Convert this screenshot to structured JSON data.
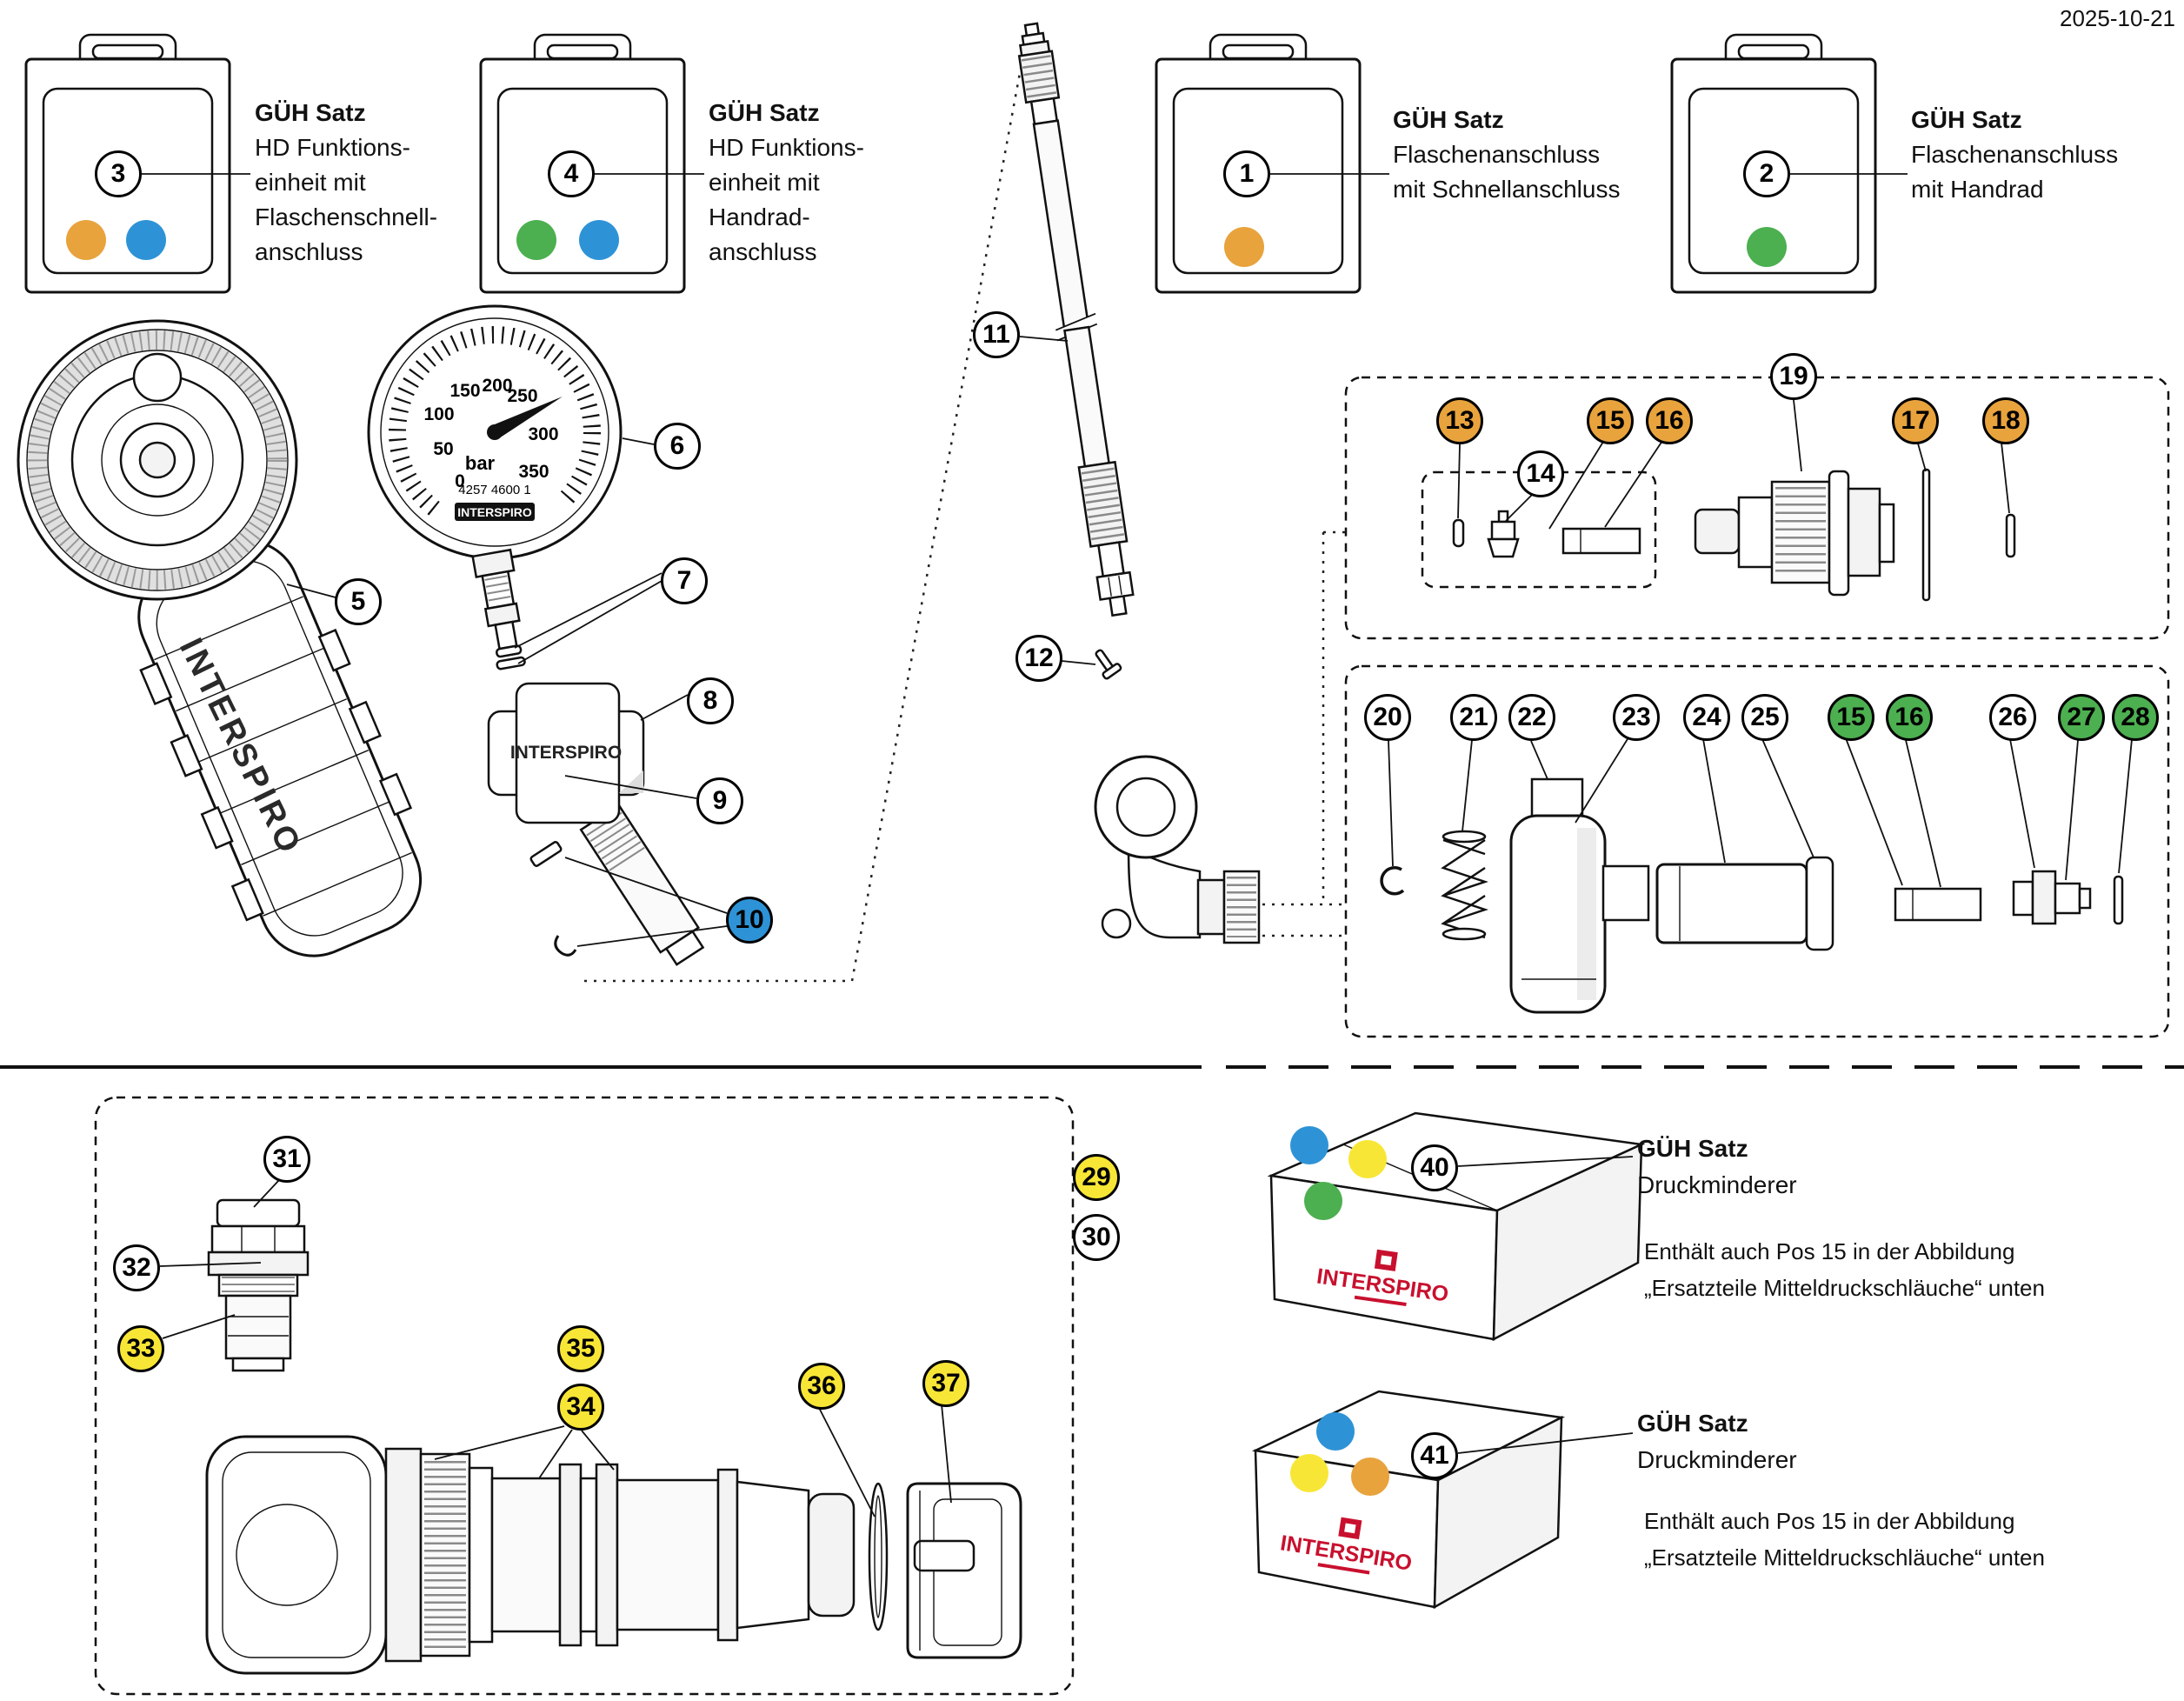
{
  "meta": {
    "date": "2025-10-21"
  },
  "brand": {
    "name": "INTERSPIRO"
  },
  "colors": {
    "orange": "#E8A33D",
    "green": "#4CAF50",
    "blue": "#2E93D6",
    "yellow": "#F8E636",
    "red": "#C8102E"
  },
  "packages": [
    {
      "number": "3",
      "title": "GÜH Satz",
      "line1": "HD Funktions-",
      "line2": "einheit mit",
      "line3": "Flaschenschnell-",
      "line4": "anschluss",
      "dots": [
        "orange",
        "blue"
      ]
    },
    {
      "number": "4",
      "title": "GÜH Satz",
      "line1": "HD Funktions-",
      "line2": "einheit mit",
      "line3": "Handrad-",
      "line4": "anschluss",
      "dots": [
        "green",
        "blue"
      ]
    },
    {
      "number": "1",
      "title": "GÜH Satz",
      "line1": "Flaschenanschluss",
      "line2": "mit Schnellanschluss",
      "dots": [
        "orange"
      ]
    },
    {
      "number": "2",
      "title": "GÜH Satz",
      "line1": "Flaschenanschluss",
      "line2": "mit Handrad",
      "dots": [
        "green"
      ]
    }
  ],
  "gauge": {
    "unit": "bar",
    "serial": "4257 4600 1",
    "ticks": [
      "0",
      "50",
      "100",
      "150",
      "200",
      "250",
      "300",
      "350"
    ]
  },
  "callouts": {
    "n1": "1",
    "n2": "2",
    "n3": "3",
    "n4": "4",
    "n5": "5",
    "n6": "6",
    "n7": "7",
    "n8": "8",
    "n9": "9",
    "n10": "10",
    "n11": "11",
    "n12": "12",
    "n13": "13",
    "n14": "14",
    "n15a": "15",
    "n16a": "16",
    "n17": "17",
    "n18": "18",
    "n19": "19",
    "n20": "20",
    "n21": "21",
    "n22": "22",
    "n23": "23",
    "n24": "24",
    "n25": "25",
    "n15b": "15",
    "n16b": "16",
    "n26": "26",
    "n27": "27",
    "n28": "28",
    "n29": "29",
    "n30": "30",
    "n31": "31",
    "n32": "32",
    "n33": "33",
    "n34": "34",
    "n35": "35",
    "n36": "36",
    "n37": "37",
    "n40": "40",
    "n41": "41"
  },
  "kits": [
    {
      "number": "40",
      "title": "GÜH Satz",
      "subtitle": "Druckminderer",
      "note_line1": "Enthält auch Pos 15 in der Abbildung",
      "note_line2": "„Ersatzteile Mitteldruckschläuche“ unten",
      "dots": [
        "blue",
        "yellow",
        "green"
      ]
    },
    {
      "number": "41",
      "title": "GÜH Satz",
      "subtitle": "Druckminderer",
      "note_line1": "Enthält auch Pos 15 in der Abbildung",
      "note_line2": "„Ersatzteile Mitteldruckschläuche“ unten",
      "dots": [
        "blue",
        "yellow",
        "orange"
      ]
    }
  ]
}
